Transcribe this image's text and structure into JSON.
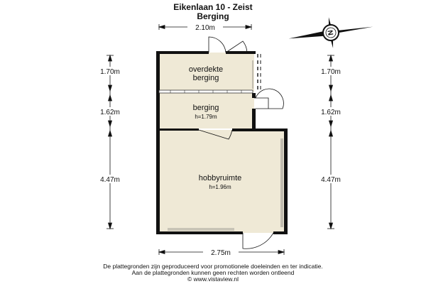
{
  "header": {
    "title": "Eikenlaan 10 - Zeist",
    "subtitle": "Berging"
  },
  "dimensions": {
    "top_width": "2.10m",
    "bottom_width": "2.75m",
    "left_1": "1.70m",
    "left_2": "1.62m",
    "left_3": "4.47m",
    "right_1": "1.70m",
    "right_2": "1.62m",
    "right_3": "4.47m"
  },
  "rooms": {
    "overdekte_line1": "overdekte",
    "overdekte_line2": "berging",
    "berging_name": "berging",
    "berging_height": "h=1.79m",
    "hobby_name": "hobbyruimte",
    "hobby_height": "h=1.96m"
  },
  "compass": {
    "label": "N",
    "icon": "compass-rose-icon"
  },
  "colors": {
    "floor": "#efe9d6",
    "wall": "#111111"
  },
  "footer": {
    "line1": "De plattegronden zijn geproduceerd voor promotionele doeleinden en ter indicatie.",
    "line2": "Aan de plattegronden kunnen geen rechten worden ontleend",
    "line3": "© www.vistaview.nl"
  }
}
